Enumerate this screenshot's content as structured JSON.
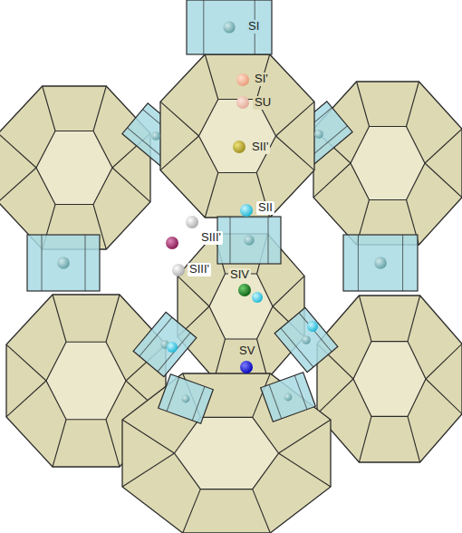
{
  "diagram": {
    "labels": [
      "SI",
      "SI'",
      "SU",
      "SII'",
      "SII",
      "SIII'",
      "SIII'",
      "SIV",
      "SV"
    ]
  }
}
